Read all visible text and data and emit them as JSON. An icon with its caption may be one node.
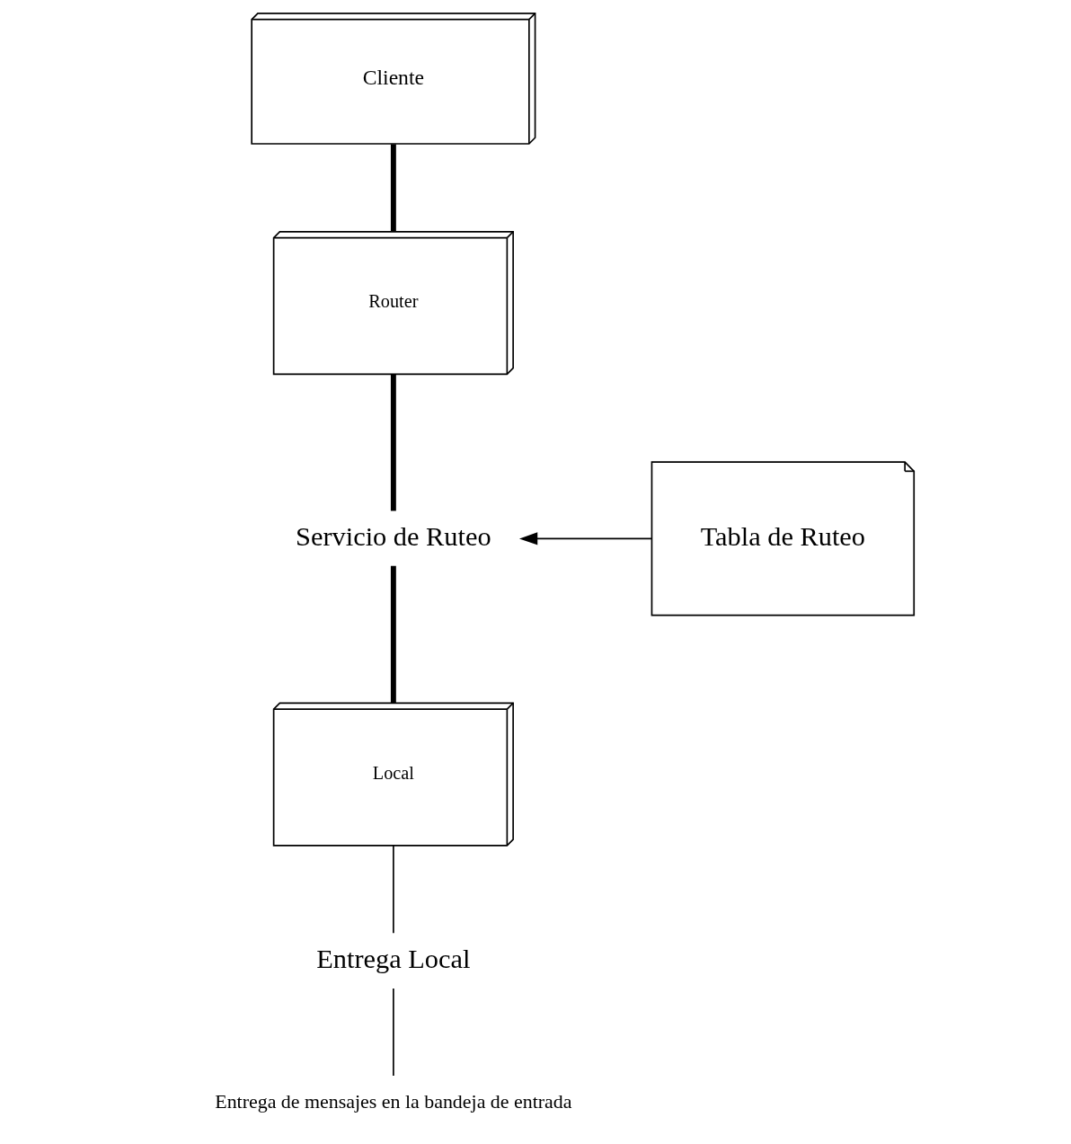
{
  "diagram": {
    "nodes": [
      {
        "text": [
          "Cliente"
        ]
      },
      {
        "text": [
          "Router"
        ]
      },
      {
        "text": [
          "Servicio de Ruteo"
        ]
      },
      {
        "text": [
          "Tabla de Ruteo"
        ]
      },
      {
        "text": [
          "Local"
        ]
      },
      {
        "text": [
          "Entrega Local"
        ]
      },
      {
        "text": [
          "Entrega de mensajes en la bandeja de entrada"
        ]
      }
    ],
    "edges": [
      {
        "from": 0,
        "to": 1,
        "arrow": "none",
        "style": "thick"
      },
      {
        "from": 1,
        "to": 2,
        "arrow": "none",
        "style": "thick"
      },
      {
        "from": 2,
        "to": 4,
        "arrow": "none",
        "style": "thick"
      },
      {
        "from": 3,
        "to": 2,
        "arrow": "to"
      },
      {
        "from": 4,
        "to": 5,
        "arrow": "none"
      },
      {
        "from": 5,
        "to": 6,
        "arrow": "none"
      }
    ]
  }
}
